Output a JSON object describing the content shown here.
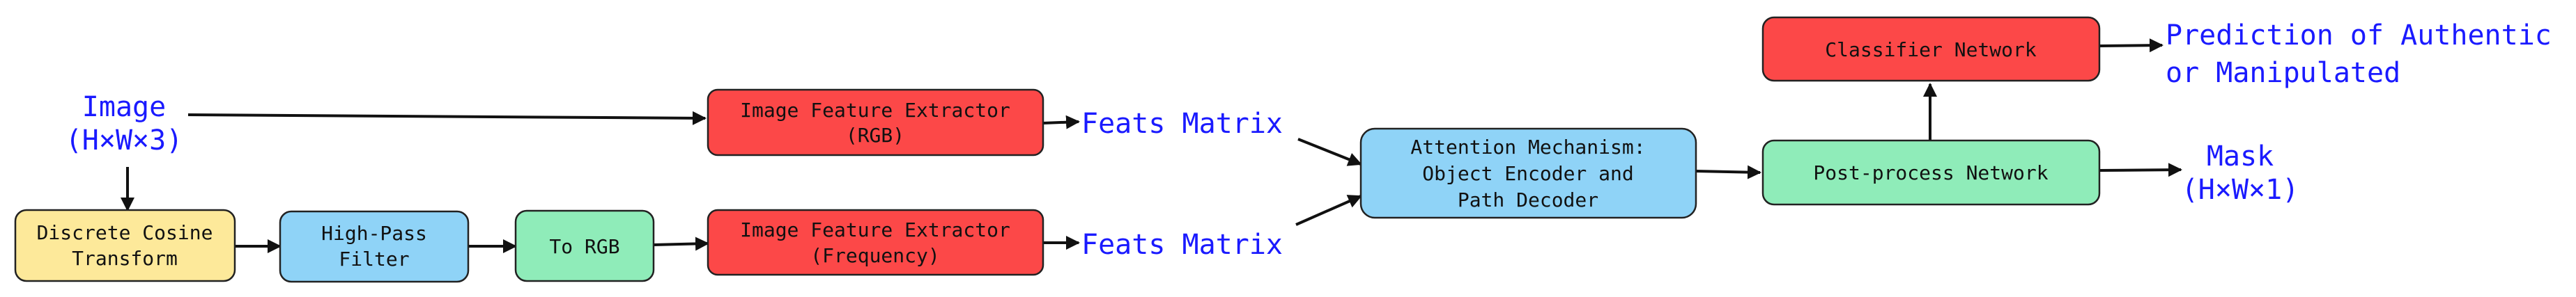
{
  "diagram": {
    "input": {
      "line1": "Image",
      "line2": "(H×W×3)"
    },
    "nodes": {
      "dct": {
        "line1": "Discrete Cosine",
        "line2": "Transform",
        "color": "#fde99a"
      },
      "hpf": {
        "line1": "High-Pass",
        "line2": "Filter",
        "color": "#8fd3f7"
      },
      "torgb": {
        "line1": "To RGB",
        "color": "#8fecb9"
      },
      "ife_rgb": {
        "line1": "Image Feature Extractor",
        "line2": "(RGB)",
        "color": "#fc4848"
      },
      "ife_freq": {
        "line1": "Image Feature Extractor",
        "line2": "(Frequency)",
        "color": "#fc4848"
      },
      "attention": {
        "line1": "Attention Mechanism:",
        "line2": "Object Encoder and",
        "line3": "Path Decoder",
        "color": "#8fd3f7"
      },
      "postprocess": {
        "line1": "Post-process Network",
        "color": "#8fecb9"
      },
      "classifier": {
        "line1": "Classifier Network",
        "color": "#fc4848"
      }
    },
    "feats_rgb": "Feats Matrix",
    "feats_freq": "Feats Matrix",
    "prediction": {
      "line1": "Prediction of Authentic",
      "line2": "or Manipulated"
    },
    "mask": {
      "line1": "Mask",
      "line2": "(H×W×1)"
    }
  }
}
